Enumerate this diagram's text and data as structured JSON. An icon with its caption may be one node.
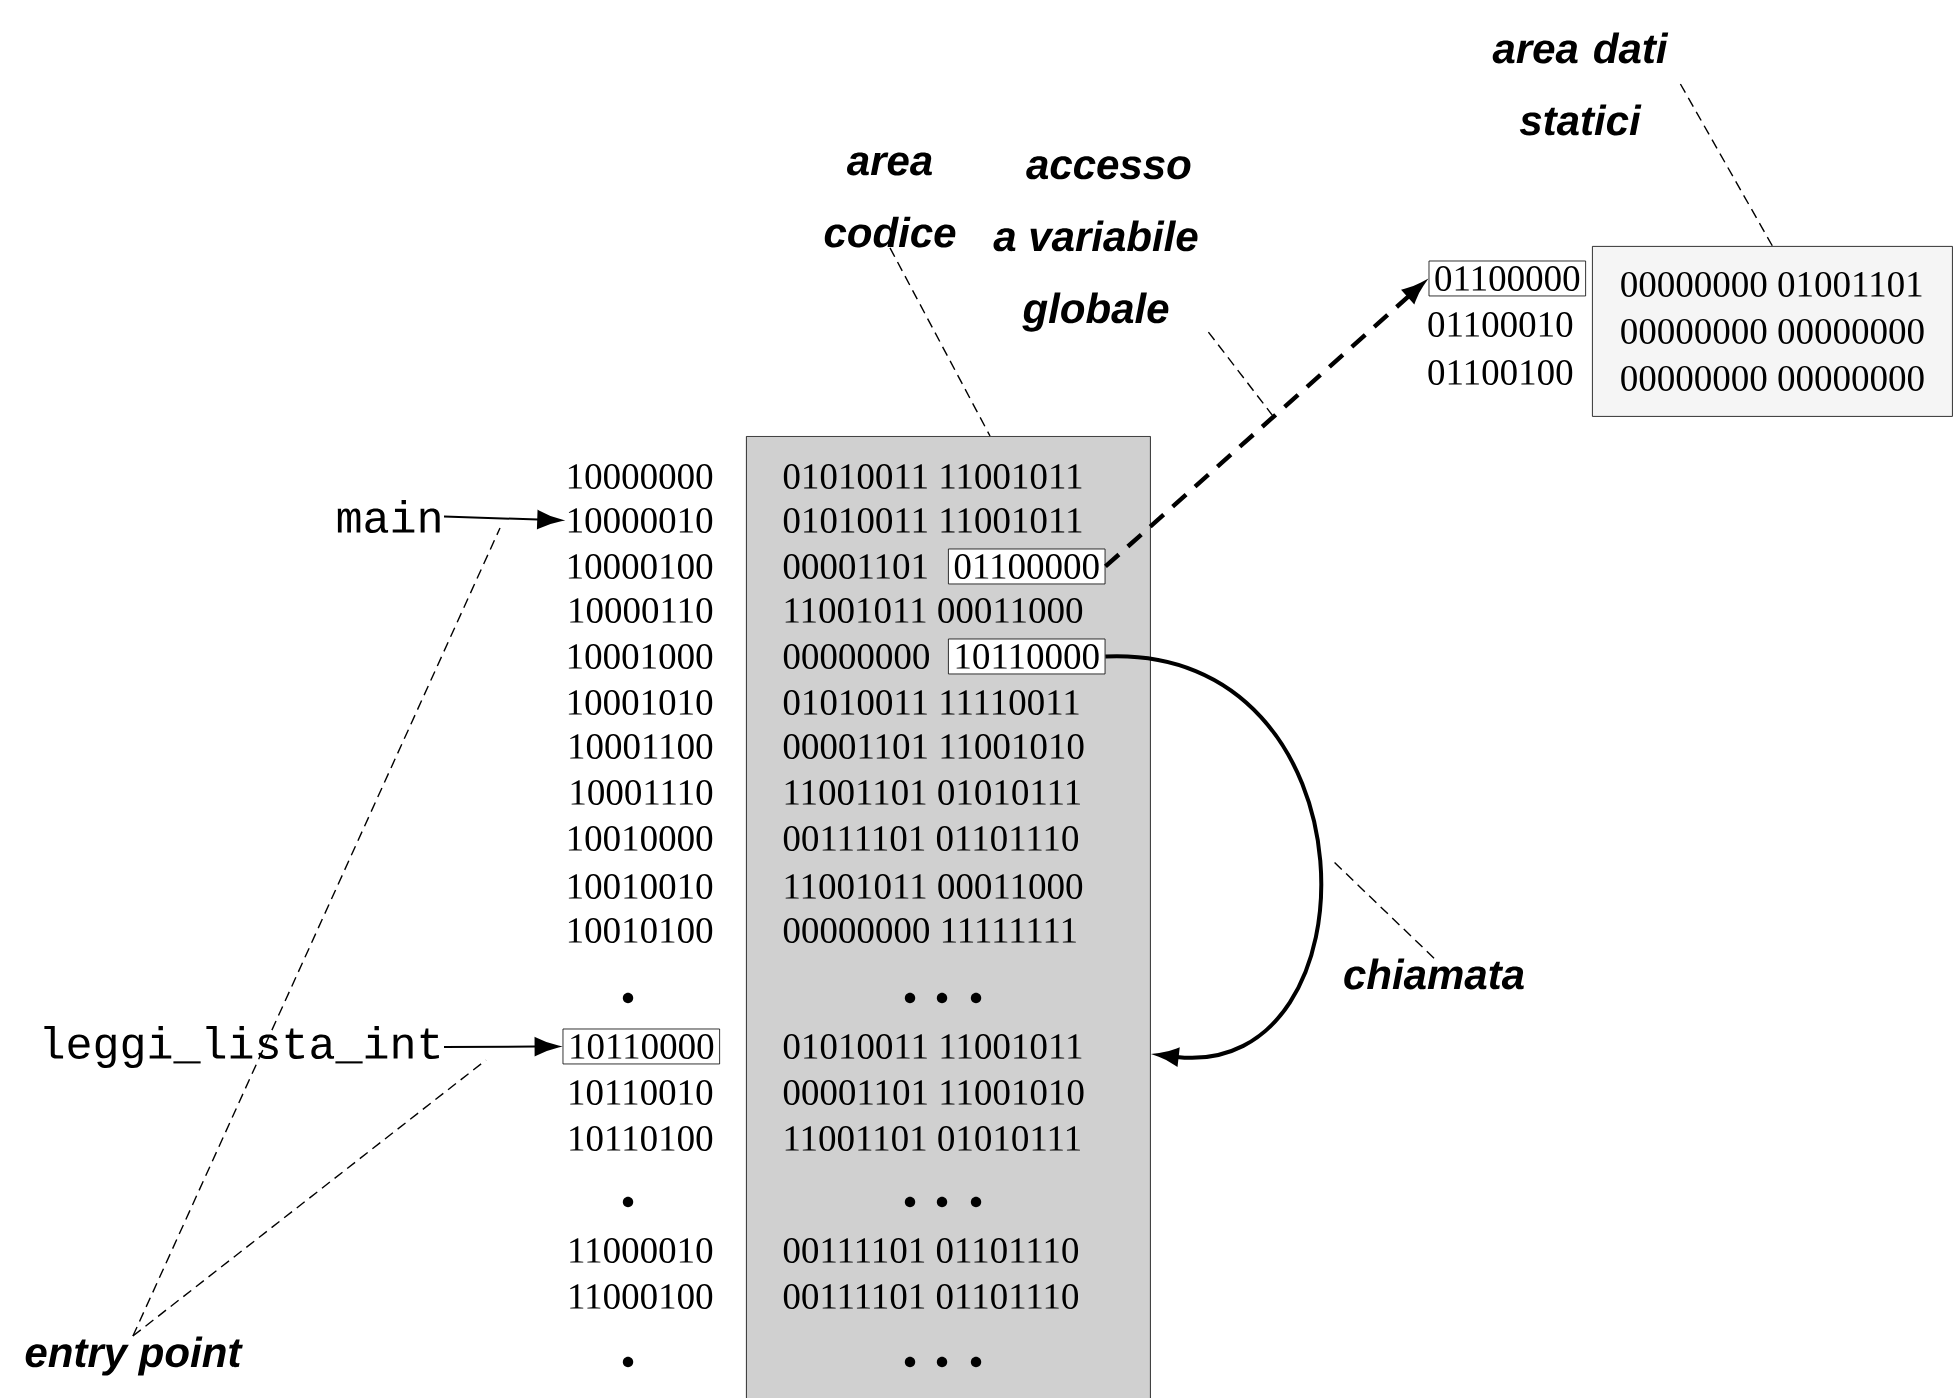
{
  "diagram": {
    "nodes": [
      {
        "text": [
          "area dati statici"
        ]
      },
      {
        "text": [
          "area codice"
        ]
      },
      {
        "text": [
          "accesso a variabile globale"
        ]
      },
      {
        "text": [
          "01100000"
        ]
      },
      {
        "text": [
          "00000000 01001101",
          "00000000 00000000",
          "00000000 00000000"
        ]
      },
      {
        "text": [
          "main"
        ]
      },
      {
        "text": [
          "10000010"
        ]
      },
      {
        "text": [
          "01010011 11001011",
          "01010011 11001011",
          "00001101",
          "11001011 00011000",
          "00000000",
          "01010011 11110011",
          "00001101 11001010",
          "11001101 01010111",
          "00111101 01101110",
          "11001011 00011000",
          "00000000 11111111",
          "01010011 11001011",
          "00001101 11001010",
          "11001101 01010111",
          "00111101 01101110",
          "00111101 01101110"
        ]
      },
      {
        "text": [
          "01100000"
        ],
        "in": 7
      },
      {
        "text": [
          "10110000"
        ],
        "in": 7
      },
      {
        "text": [
          "chiamata"
        ]
      },
      {
        "text": [
          "leggi_lista_int"
        ]
      },
      {
        "text": [
          "10110000"
        ]
      },
      {
        "text": [
          "entry point"
        ]
      }
    ],
    "edges": [
      {
        "from": 0,
        "to": 4,
        "arrow": "none",
        "style": "dashed"
      },
      {
        "from": 1,
        "to": 7,
        "arrow": "none",
        "style": "dashed"
      },
      {
        "from": 2,
        "to": null,
        "arrow": "none",
        "style": "dashed"
      },
      {
        "from": 8,
        "to": 3,
        "arrow": "to",
        "style": "dashed"
      },
      {
        "from": 5,
        "to": 6,
        "arrow": "to"
      },
      {
        "from": 9,
        "to": 7,
        "arrow": "to"
      },
      {
        "from": 10,
        "to": null,
        "arrow": "none",
        "style": "dashed"
      },
      {
        "from": 11,
        "to": 12,
        "arrow": "to"
      },
      {
        "from": 13,
        "to": null,
        "arrow": "none",
        "style": "dashed"
      },
      {
        "from": 13,
        "to": null,
        "arrow": "none",
        "style": "dashed"
      }
    ],
    "labels": [
      "01100010",
      "01100100",
      "10000000",
      "10000100",
      "10000110",
      "10001000",
      "10001010",
      "10001100",
      "10001110",
      "10010000",
      "10010010",
      "10010100",
      "10110010",
      "10110100",
      "11000010",
      "11000100"
    ]
  }
}
